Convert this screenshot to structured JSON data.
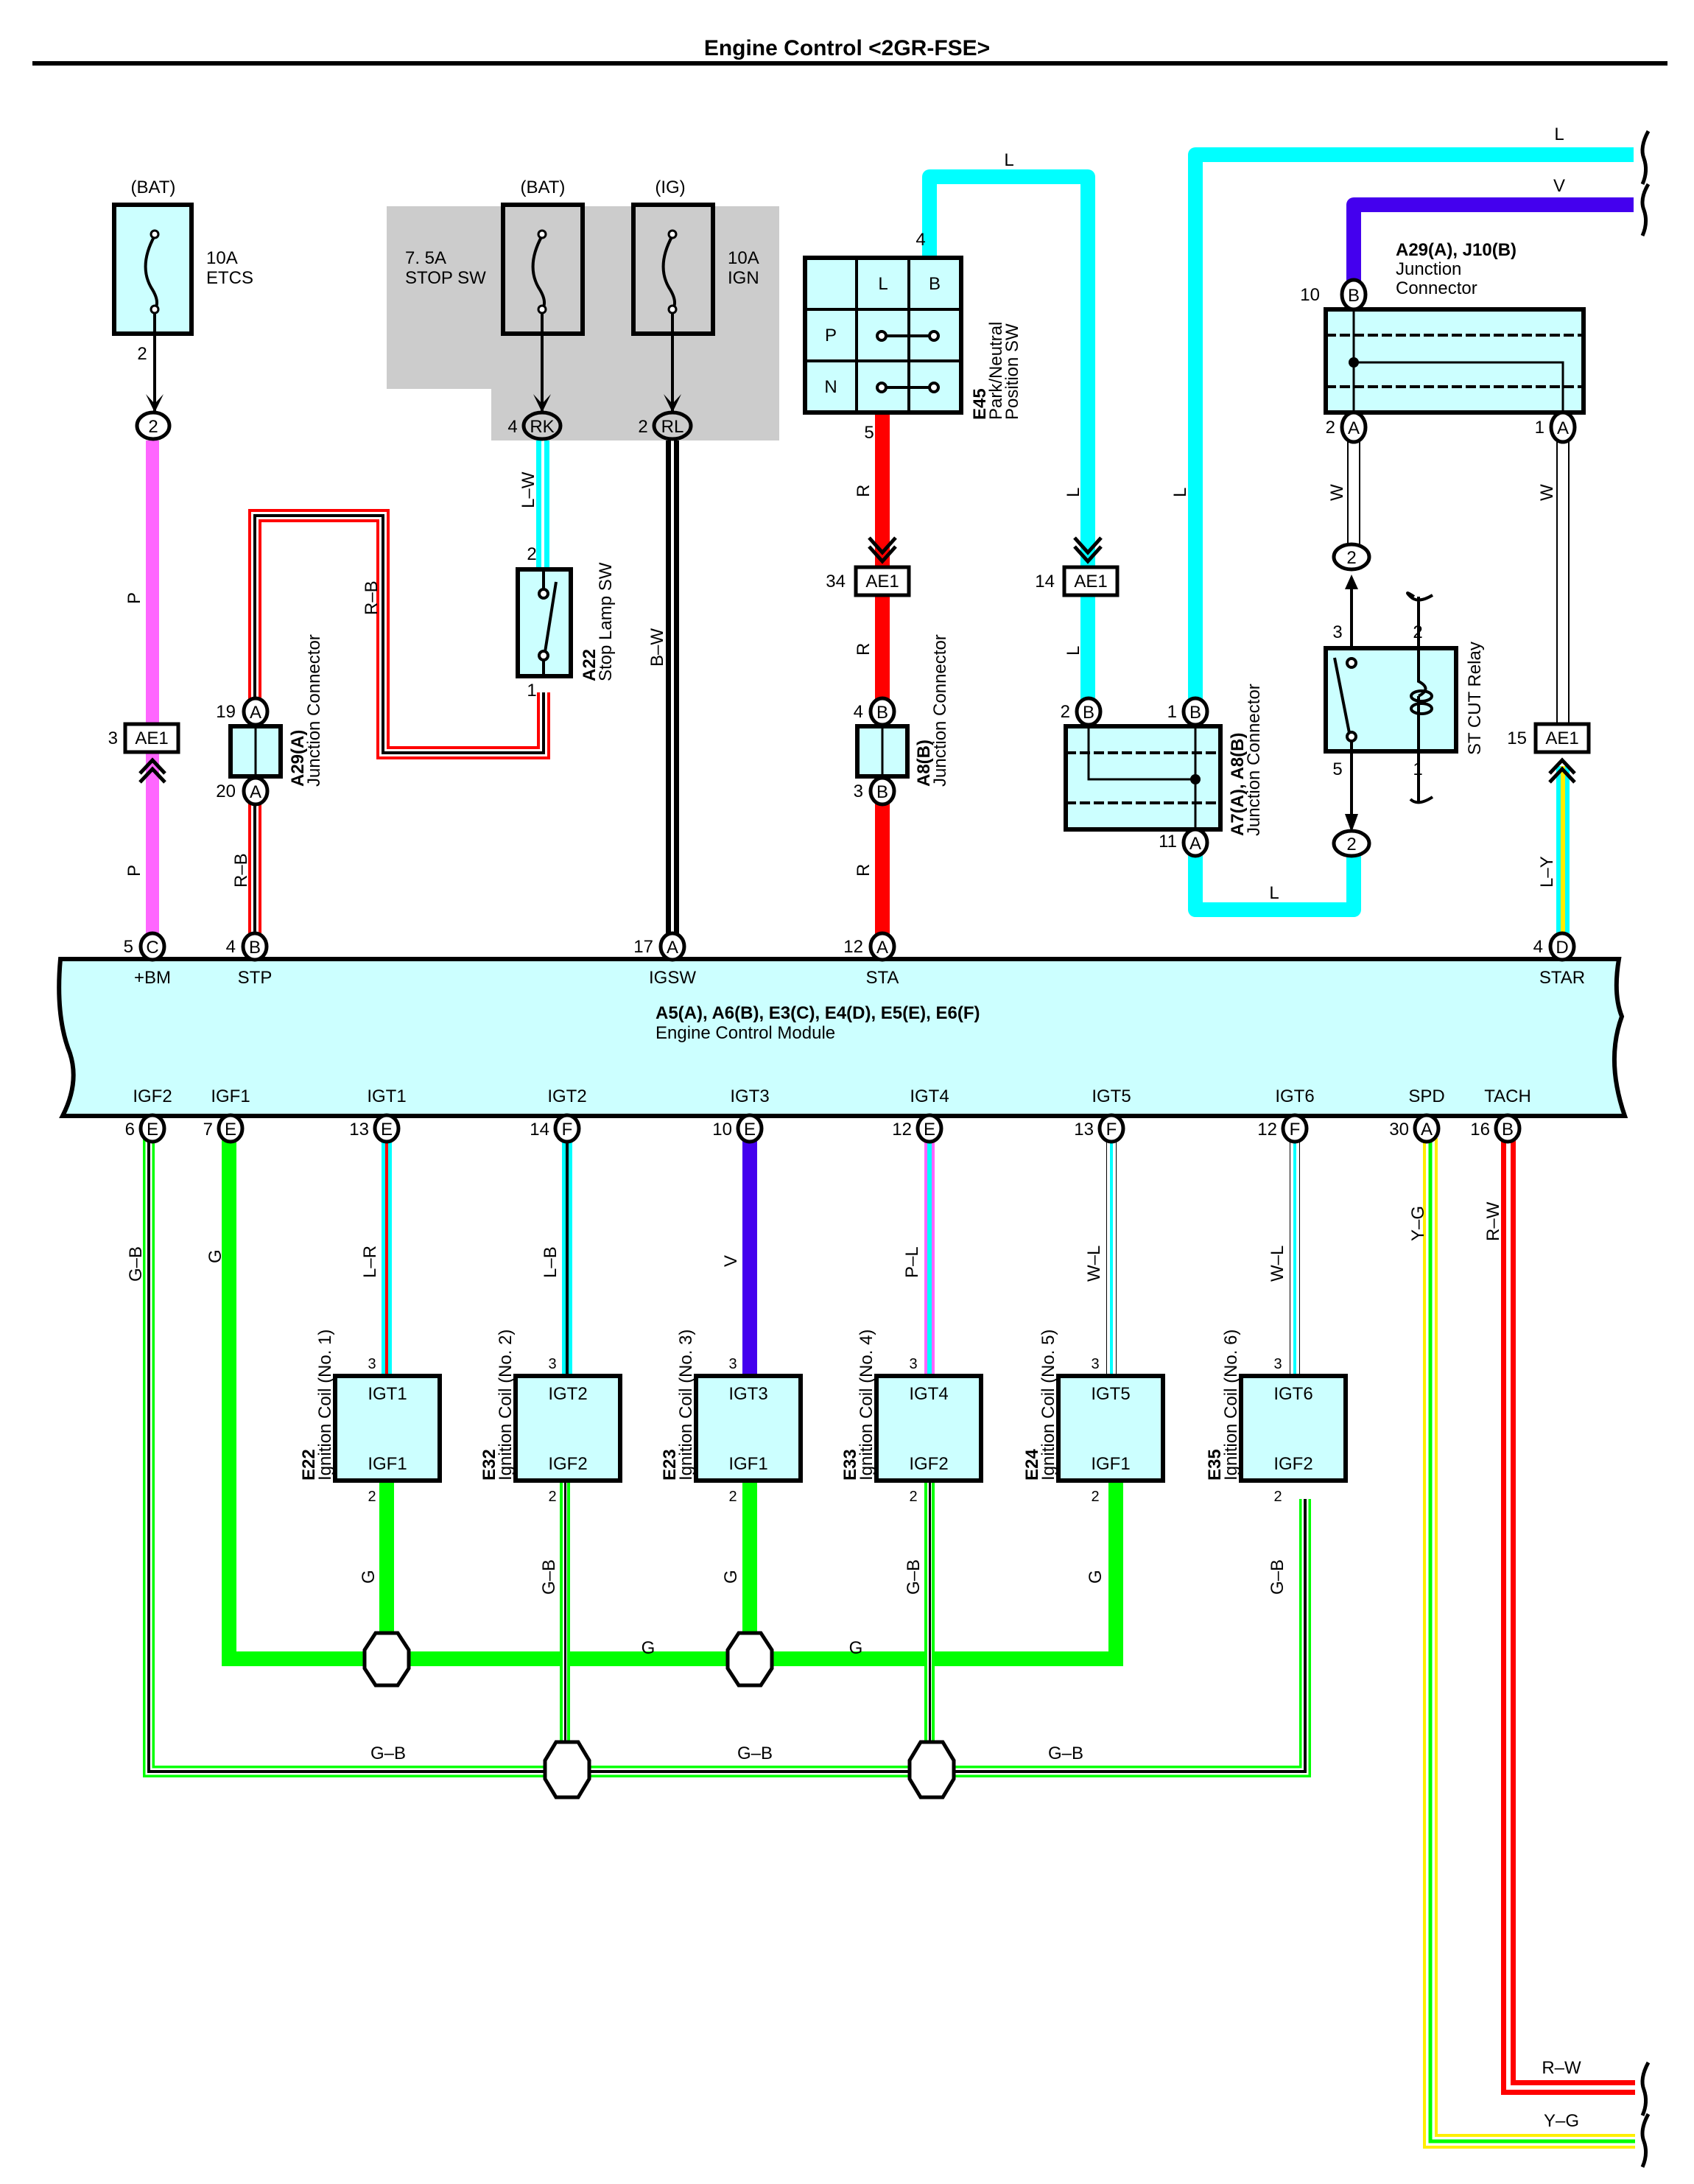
{
  "title": "Engine Control <2GR-FSE>",
  "colors": {
    "P": "#ff66ff",
    "R": "#ff0000",
    "B": "#000000",
    "L": "#00ffff",
    "V": "#4400ee",
    "G": "#00ff00",
    "W": "#ffffff",
    "Y": "#ffee00",
    "component_fill": "#ccffff",
    "shaded_block": "#cccccc"
  },
  "fuses": [
    {
      "source": "(BAT)",
      "rating": "10A",
      "name": "ETCS",
      "pin": "2",
      "connector": "2"
    },
    {
      "source": "(BAT)",
      "rating": "7. 5A",
      "name": "STOP SW",
      "pin": "4",
      "connector": "RK"
    },
    {
      "source": "(IG)",
      "rating": "10A",
      "name": "IGN",
      "pin": "2",
      "connector": "RL"
    }
  ],
  "park_neutral_switch": {
    "id": "E45",
    "name": "Park/Neutral",
    "name2": "Position SW",
    "cols": [
      "",
      "L",
      "B"
    ],
    "rows": [
      "P",
      "N"
    ],
    "pin_top": "4",
    "pin_bottom": "5"
  },
  "junction_a29_j10": {
    "id": "A29(A), J10(B)",
    "name": "Junction",
    "name2": "Connector",
    "pins": [
      {
        "num": "10",
        "conn": "B"
      },
      {
        "num": "2",
        "conn": "A"
      },
      {
        "num": "1",
        "conn": "A"
      }
    ]
  },
  "junction_a29a": {
    "id": "A29(A)",
    "name": "Junction Connector",
    "pins": [
      {
        "num": "19",
        "conn": "A"
      },
      {
        "num": "20",
        "conn": "A"
      }
    ]
  },
  "stop_lamp_sw": {
    "id": "A22",
    "name": "Stop Lamp SW",
    "pin_top": "2",
    "pin_bottom": "1"
  },
  "junction_a8b": {
    "id": "A8(B)",
    "name": "Junction Connector",
    "pins": [
      {
        "num": "4",
        "conn": "B"
      },
      {
        "num": "3",
        "conn": "B"
      }
    ]
  },
  "junction_a7_a8": {
    "id": "A7(A), A8(B)",
    "name": "Junction Connector",
    "pins": [
      {
        "num": "2",
        "conn": "B"
      },
      {
        "num": "1",
        "conn": "B"
      },
      {
        "num": "11",
        "conn": "A"
      }
    ]
  },
  "st_cut_relay": {
    "name": "ST CUT Relay",
    "pins": [
      "3",
      "2",
      "5",
      "1"
    ],
    "conn_top": "2",
    "conn_bottom": "2"
  },
  "ae1": [
    {
      "pin": "3",
      "label": "AE1"
    },
    {
      "pin": "34",
      "label": "AE1"
    },
    {
      "pin": "14",
      "label": "AE1"
    },
    {
      "pin": "15",
      "label": "AE1"
    }
  ],
  "wires_top": [
    {
      "code": "P"
    },
    {
      "code": "P"
    },
    {
      "code": "L–W"
    },
    {
      "code": "R–B"
    },
    {
      "code": "R–B"
    },
    {
      "code": "B–W"
    },
    {
      "code": "R"
    },
    {
      "code": "R"
    },
    {
      "code": "R"
    },
    {
      "code": "L"
    },
    {
      "code": "L"
    },
    {
      "code": "L"
    },
    {
      "code": "L"
    },
    {
      "code": "L"
    },
    {
      "code": "W"
    },
    {
      "code": "W"
    },
    {
      "code": "L–Y"
    },
    {
      "code": "L"
    },
    {
      "code": "V"
    }
  ],
  "ecm": {
    "id": "A5(A), A6(B), E3(C), E4(D), E5(E), E6(F)",
    "name": "Engine Control Module",
    "top_terminals": [
      {
        "num": "5",
        "conn": "C",
        "name": "+BM"
      },
      {
        "num": "4",
        "conn": "B",
        "name": "STP"
      },
      {
        "num": "17",
        "conn": "A",
        "name": "IGSW"
      },
      {
        "num": "12",
        "conn": "A",
        "name": "STA"
      },
      {
        "num": "4",
        "conn": "D",
        "name": "STAR"
      }
    ],
    "bottom_terminals": [
      {
        "num": "6",
        "conn": "E",
        "name": "IGF2",
        "wire": "G–B"
      },
      {
        "num": "7",
        "conn": "E",
        "name": "IGF1",
        "wire": "G"
      },
      {
        "num": "13",
        "conn": "E",
        "name": "IGT1",
        "wire": "L–R"
      },
      {
        "num": "14",
        "conn": "F",
        "name": "IGT2",
        "wire": "L–B"
      },
      {
        "num": "10",
        "conn": "E",
        "name": "IGT3",
        "wire": "V"
      },
      {
        "num": "12",
        "conn": "E",
        "name": "IGT4",
        "wire": "P–L"
      },
      {
        "num": "13",
        "conn": "F",
        "name": "IGT5",
        "wire": "W–L"
      },
      {
        "num": "12",
        "conn": "F",
        "name": "IGT6",
        "wire": "W–L"
      },
      {
        "num": "30",
        "conn": "A",
        "name": "SPD",
        "wire": "Y–G"
      },
      {
        "num": "16",
        "conn": "B",
        "name": "TACH",
        "wire": "R–W"
      }
    ]
  },
  "coils": [
    {
      "id": "E22",
      "name": "Ignition Coil (No. 1)",
      "top": "IGT1",
      "bottom": "IGF1",
      "pin_top": "3",
      "pin_bottom": "2",
      "ground_wire": "G"
    },
    {
      "id": "E32",
      "name": "Ignition Coil (No. 2)",
      "top": "IGT2",
      "bottom": "IGF2",
      "pin_top": "3",
      "pin_bottom": "2",
      "ground_wire": "G–B"
    },
    {
      "id": "E23",
      "name": "Ignition Coil (No. 3)",
      "top": "IGT3",
      "bottom": "IGF1",
      "pin_top": "3",
      "pin_bottom": "2",
      "ground_wire": "G"
    },
    {
      "id": "E33",
      "name": "Ignition Coil (No. 4)",
      "top": "IGT4",
      "bottom": "IGF2",
      "pin_top": "3",
      "pin_bottom": "2",
      "ground_wire": "G–B"
    },
    {
      "id": "E24",
      "name": "Ignition Coil (No. 5)",
      "top": "IGT5",
      "bottom": "IGF1",
      "pin_top": "3",
      "pin_bottom": "2",
      "ground_wire": "G"
    },
    {
      "id": "E35",
      "name": "Ignition Coil (No. 6)",
      "top": "IGT6",
      "bottom": "IGF2",
      "pin_top": "3",
      "pin_bottom": "2",
      "ground_wire": "G–B"
    }
  ],
  "bus_labels": {
    "g1": "G",
    "g2": "G",
    "gb1": "G–B",
    "gb2": "G–B",
    "gb3": "G–B"
  },
  "exit_labels": {
    "tach": "R–W",
    "spd": "Y–G",
    "top_l": "L",
    "top_v": "V",
    "pn_l": "L",
    "relay_l": "L"
  }
}
